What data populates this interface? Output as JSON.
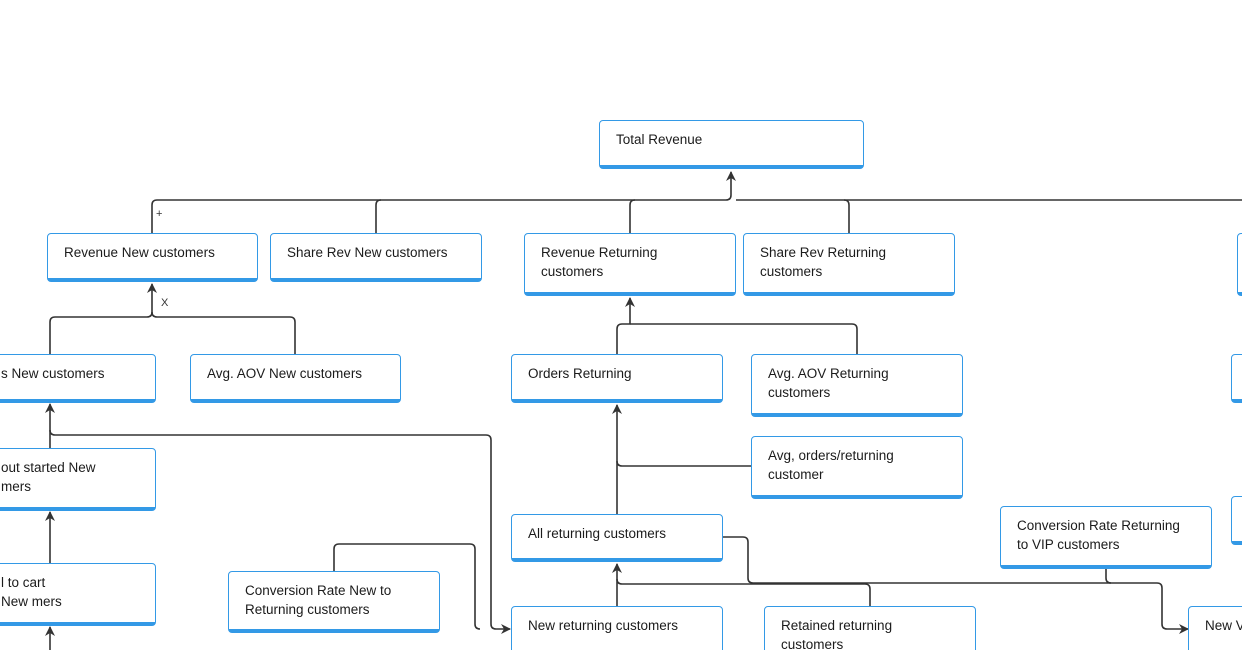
{
  "diagram": {
    "nodes": {
      "total_revenue": "Total Revenue",
      "revenue_new_customers": "Revenue New customers",
      "share_rev_new_customers": "Share Rev New customers",
      "revenue_returning_customers": "Revenue Returning customers",
      "share_rev_returning_customers": "Share Rev Returning customers",
      "orders_new_customers": "s New customers",
      "avg_aov_new_customers": "Avg. AOV New customers",
      "orders_returning": "Orders Returning",
      "avg_aov_returning_customers": "Avg. AOV Returning customers",
      "avg_orders_per_returning_customer": "Avg, orders/returning customer",
      "checkout_started_new_customers": "out started New mers",
      "all_returning_customers": "All returning customers",
      "conversion_rate_returning_to_vip": "Conversion Rate Returning to VIP customers",
      "add_to_cart_new_customers": "l to cart New mers",
      "conversion_rate_new_to_returning": "Conversion Rate New to Returning customers",
      "new_returning_customers": "New returning customers",
      "retained_returning_customers": "Retained returning customers",
      "new_vip_customers": "New V"
    },
    "operators": {
      "revenue_new_sum": "+",
      "revenue_new_product": "X"
    },
    "colors": {
      "node_border": "#3399e6",
      "connector": "#333333"
    }
  }
}
